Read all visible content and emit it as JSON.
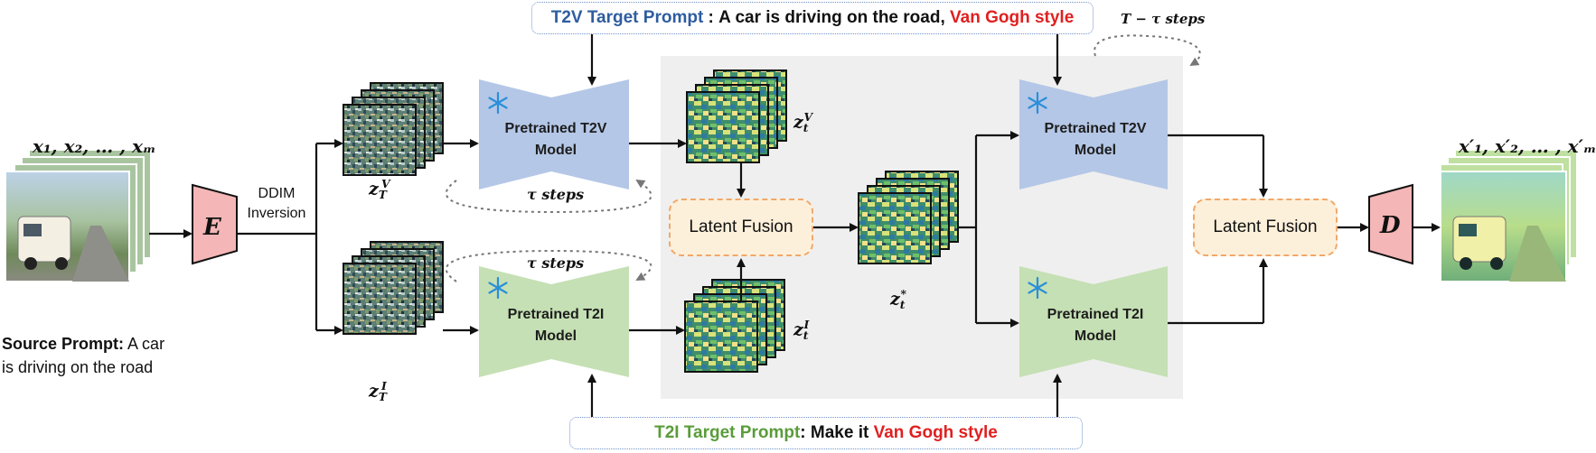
{
  "source": {
    "frames_label": "x₁, x₂, … , xₘ",
    "prompt_bold": "Source Prompt:",
    "prompt_line1_rest": " A car",
    "prompt_line2": "is driving on the road"
  },
  "encoder": {
    "letter": "E"
  },
  "decoder": {
    "letter": "D"
  },
  "ddim": {
    "line1": "DDIM",
    "line2": "Inversion"
  },
  "t2v_prompt": {
    "bold_label": "T2V Target Prompt",
    "sep": " : ",
    "text": "A car is driving on the road, ",
    "style": "Van Gogh style",
    "label_color": "#2e5d9f",
    "style_color": "#e02020"
  },
  "t2i_prompt": {
    "bold_label": "T2I Target Prompt",
    "sep": ": ",
    "text": "Make it ",
    "style": "Van Gogh style",
    "label_color": "#5a9c3a",
    "style_color": "#e02020"
  },
  "models": {
    "t2v_line1": "Pretrained T2V",
    "t2v_line2": "Model",
    "t2i_line1": "Pretrained T2I",
    "t2i_line2": "Model",
    "t2v_color": "#b4c7e7",
    "t2i_color": "#c5e0b4"
  },
  "steps": {
    "tau_top": "τ steps",
    "tau_bottom": "τ steps",
    "t_minus_tau": "T − τ steps"
  },
  "fusion": {
    "label1": "Latent Fusion",
    "label2": "Latent Fusion"
  },
  "latents": {
    "zT_V_base": "z",
    "zT_V_sub": "T",
    "zT_V_sup": "V",
    "zT_I_base": "z",
    "zT_I_sub": "T",
    "zT_I_sup": "I",
    "zt_V_base": "z",
    "zt_V_sub": "t",
    "zt_V_sup": "V",
    "zt_I_base": "z",
    "zt_I_sub": "t",
    "zt_I_sup": "I",
    "zt_star_base": "z",
    "zt_star_sub": "t",
    "zt_star_sup": "*"
  },
  "output": {
    "frames_label": "x′₁, x′₂, … , x′ₘ"
  },
  "colors": {
    "encoder_fill": "#f4b6b6",
    "gray_panel": "#efefef",
    "fusion_fill": "#fdf0db",
    "fusion_border": "#f0a86a",
    "prompt_border": "#6f93c8"
  }
}
